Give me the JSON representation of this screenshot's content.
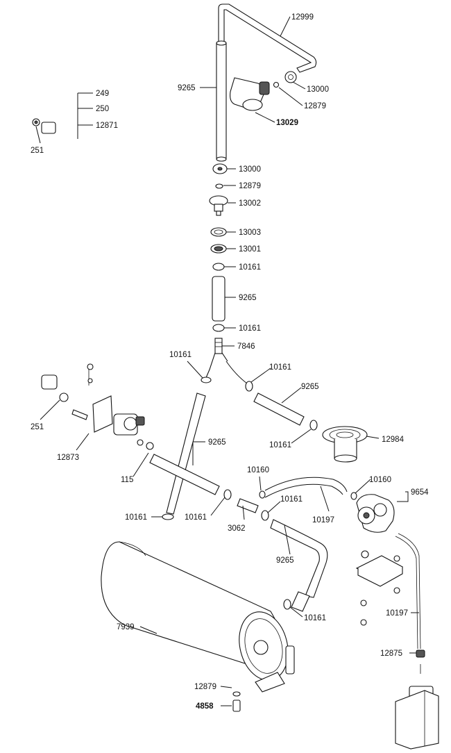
{
  "labels": {
    "l12999": "12999",
    "l9265_top": "9265",
    "l13000_a": "13000",
    "l12879_a": "12879",
    "l13029": "13029",
    "l13000_b": "13000",
    "l12879_b": "12879",
    "l13002": "13002",
    "l13003": "13003",
    "l13001": "13001",
    "l10161_a": "10161",
    "l9265_mid": "9265",
    "l10161_b": "10161",
    "l7846": "7846",
    "l10161_c": "10161",
    "l10161_d": "10161",
    "l9265_right": "9265",
    "l10161_e": "10161",
    "l12984": "12984",
    "l249": "249",
    "l250": "250",
    "l12871": "12871",
    "l251_a": "251",
    "l251_b": "251",
    "l12873": "12873",
    "l115": "115",
    "l9265_left": "9265",
    "l10161_f": "10161",
    "l10161_g": "10161",
    "l10160_a": "10160",
    "l10161_h": "10161",
    "l3062": "3062",
    "l10197_a": "10197",
    "l10160_b": "10160",
    "l9654": "9654",
    "l9265_low": "9265",
    "l10161_i": "10161",
    "l7939": "7939",
    "l10197_b": "10197",
    "l12875": "12875",
    "l12879_c": "12879",
    "l4858": "4858"
  }
}
